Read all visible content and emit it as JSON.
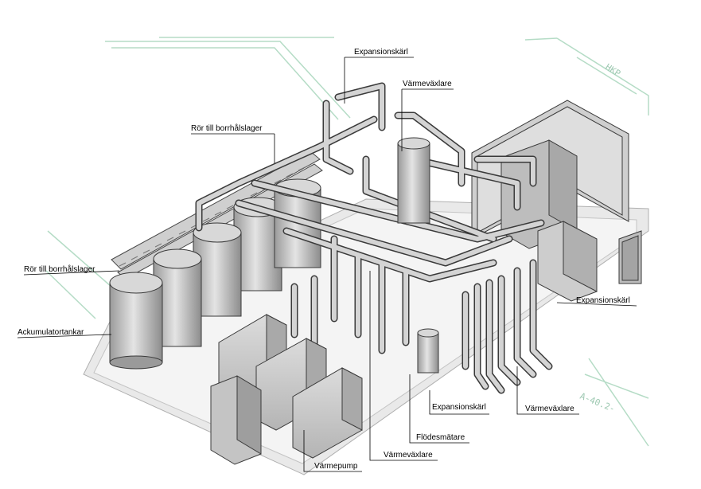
{
  "labels": {
    "expansionskarl_top": "Expansionskärl",
    "varmevaxlare_top": "Värmeväxlare",
    "ror_borrhal_top": "Rör till borrhålslager",
    "ror_borrhal_left": "Rör till borrhålslager",
    "ackumulatortankar": "Ackumulatortankar",
    "expansionskarl_right": "Expansionskärl",
    "expansionskarl_bottom": "Expansionskärl",
    "varmevaxlare_right": "Värmeväxlare",
    "flodesmatare": "Flödesmätare",
    "varmevaxlare_bottom": "Värmeväxlare",
    "varmepump": "Värmepump"
  },
  "cad_text": {
    "hkp": "HKP",
    "grid_ref": "A-40.2-"
  },
  "colors": {
    "background": "#ffffff",
    "equipment_fill": "#c9c9c9",
    "equipment_stroke": "#3a3a3a",
    "cad_lines": "#a9d8bf"
  }
}
